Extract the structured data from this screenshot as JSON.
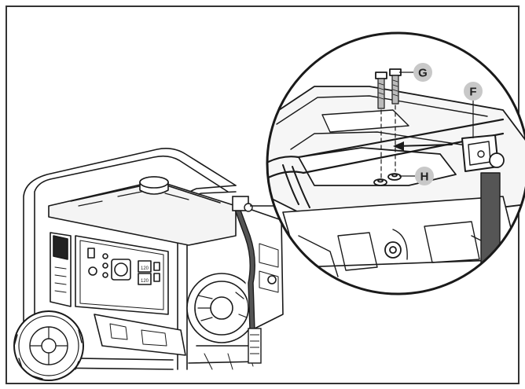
{
  "callouts": {
    "g": {
      "label": "G",
      "part": "bolts",
      "badge_color": "#c8c8c8"
    },
    "f": {
      "label": "F",
      "part": "handle bracket",
      "badge_color": "#c8c8c8"
    },
    "h": {
      "label": "H",
      "part": "nuts",
      "badge_color": "#c8c8c8"
    }
  },
  "panel": {
    "outlet_labels": [
      "120",
      "120"
    ]
  },
  "colors": {
    "frame": "#2a2a2a",
    "handle": "#555555",
    "line": "#1a1a1a",
    "badge": "#c8c8c8"
  }
}
